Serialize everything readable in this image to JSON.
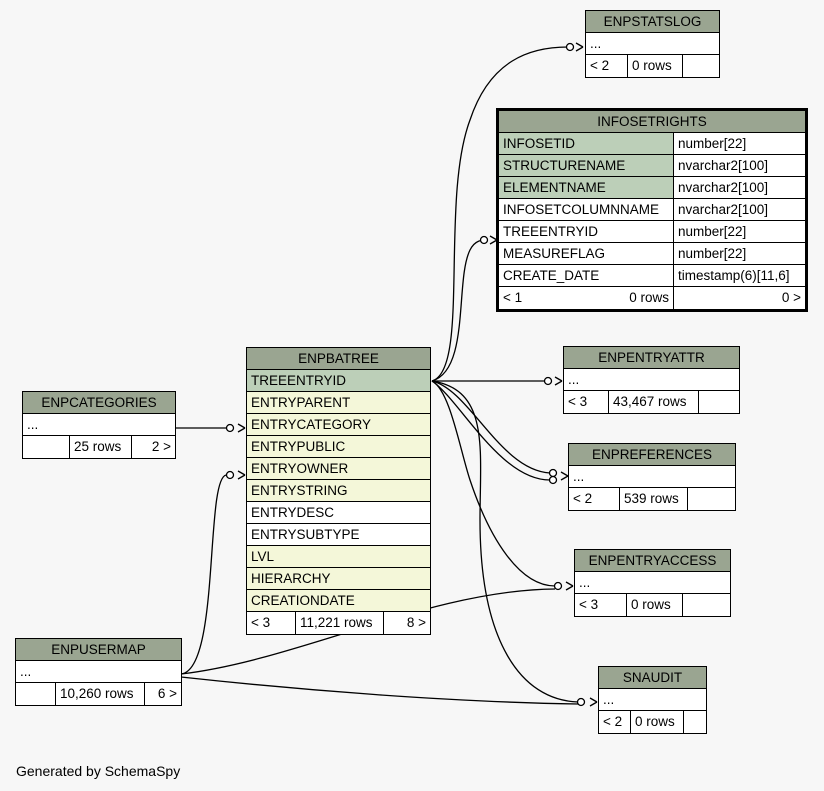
{
  "tables": {
    "ENPSTATSLOG": {
      "title": "ENPSTATSLOG",
      "body": "...",
      "footer": [
        "< 2",
        "0 rows",
        ""
      ]
    },
    "INFOSETRIGHTS": {
      "title": "INFOSETRIGHTS",
      "columns": [
        {
          "name": "INFOSETID",
          "type": "number[22]"
        },
        {
          "name": "STRUCTURENAME",
          "type": "nvarchar2[100]"
        },
        {
          "name": "ELEMENTNAME",
          "type": "nvarchar2[100]"
        },
        {
          "name": "INFOSETCOLUMNNAME",
          "type": "nvarchar2[100]"
        },
        {
          "name": "TREEENTRYID",
          "type": "number[22]"
        },
        {
          "name": "MEASUREFLAG",
          "type": "number[22]"
        },
        {
          "name": "CREATE_DATE",
          "type": "timestamp(6)[11,6]"
        }
      ],
      "footer": [
        "< 1",
        "0 rows",
        "0 >"
      ]
    },
    "ENPBATREE": {
      "title": "ENPBATREE",
      "columns": [
        "TREEENTRYID",
        "ENTRYPARENT",
        "ENTRYCATEGORY",
        "ENTRYPUBLIC",
        "ENTRYOWNER",
        "ENTRYSTRING",
        "ENTRYDESC",
        "ENTRYSUBTYPE",
        "LVL",
        "HIERARCHY",
        "CREATIONDATE"
      ],
      "footer": [
        "< 3",
        "11,221 rows",
        "8 >"
      ]
    },
    "ENPCATEGORIES": {
      "title": "ENPCATEGORIES",
      "body": "...",
      "footer": [
        "",
        "25 rows",
        "2 >"
      ]
    },
    "ENPENTRYATTR": {
      "title": "ENPENTRYATTR",
      "body": "...",
      "footer": [
        "< 3",
        "43,467 rows",
        ""
      ]
    },
    "ENPREFERENCES": {
      "title": "ENPREFERENCES",
      "body": "...",
      "footer": [
        "< 2",
        "539 rows",
        ""
      ]
    },
    "ENPENTRYACCESS": {
      "title": "ENPENTRYACCESS",
      "body": "...",
      "footer": [
        "< 3",
        "0 rows",
        ""
      ]
    },
    "ENPUSERMAP": {
      "title": "ENPUSERMAP",
      "body": "...",
      "footer": [
        "",
        "10,260 rows",
        "6 >"
      ]
    },
    "SNAUDIT": {
      "title": "SNAUDIT",
      "body": "...",
      "footer": [
        "< 2",
        "0 rows",
        ""
      ]
    }
  },
  "footer_text": "Generated by SchemaSpy",
  "colors": {
    "header": "#9aa591",
    "primary_key": "#bccfb8",
    "foreign_key": "#f4f7d9",
    "background": "#f7f7f7"
  }
}
